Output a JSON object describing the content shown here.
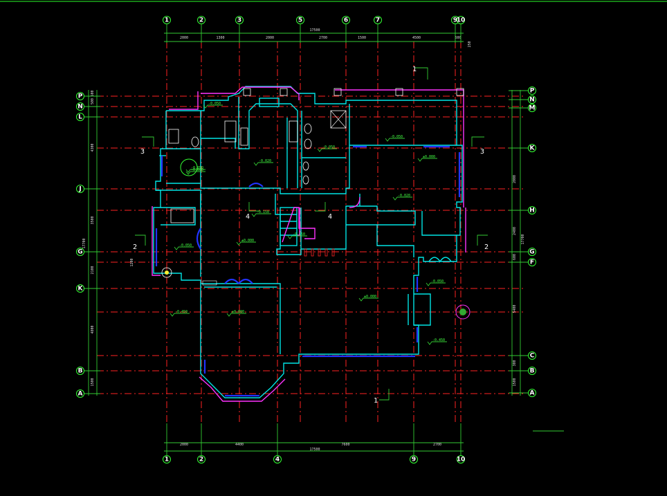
{
  "grid_top": [
    "1",
    "2",
    "3",
    "5",
    "6",
    "7",
    "9",
    "10"
  ],
  "grid_bottom": [
    "1",
    "2",
    "4",
    "9",
    "10"
  ],
  "grid_left": [
    "P",
    "N",
    "L",
    "J",
    "G",
    "K",
    "B",
    "A"
  ],
  "grid_right": [
    "P",
    "N",
    "M",
    "K",
    "H",
    "G",
    "F",
    "C",
    "B",
    "A"
  ],
  "top_dims": [
    "2000",
    "1300",
    "2000",
    "2700",
    "1500",
    "4500",
    "600"
  ],
  "top_total": "17500",
  "top_side": "250",
  "bottom_dims": [
    "2000",
    "4400",
    "7600",
    "2700"
  ],
  "bottom_total": "17500",
  "left_dims": [
    "500",
    "500",
    "4300",
    "3500",
    "1200",
    "2100",
    "4800",
    "1500"
  ],
  "left_total": "17700",
  "right_dims": [
    "2000",
    "2400",
    "600",
    "5400",
    "300",
    "1500"
  ],
  "right_total": "17700",
  "section_marks": [
    "1",
    "3",
    "3",
    "4",
    "4",
    "2",
    "2",
    "1"
  ],
  "levels": [
    "-0.050",
    "-0.050",
    "-0.050",
    "-0.020",
    "-0.050",
    "-0.050",
    "-0.150",
    "-0.150",
    "-0.050",
    "±0.000",
    "±0.000",
    "-0.450",
    "±0.000",
    "±0.000",
    "-0.050",
    "-0.450",
    "-0.020"
  ]
}
